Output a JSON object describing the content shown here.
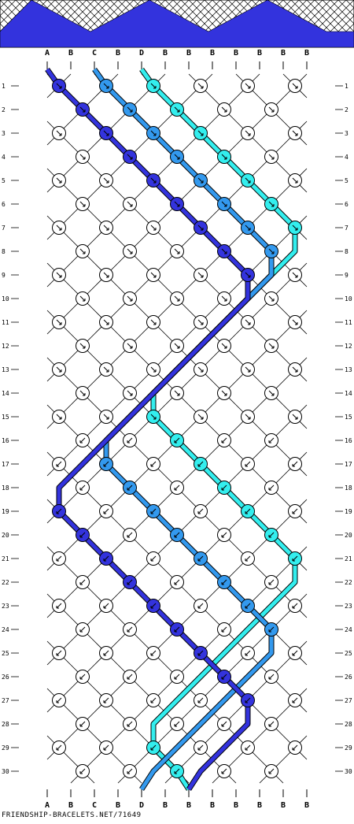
{
  "colors": {
    "A": "#3333dd",
    "B": "#ffffff",
    "C": "#3399ee",
    "D": "#33eeee",
    "outline": "#000000",
    "background": "#ffffff"
  },
  "top_strings": [
    "A",
    "B",
    "C",
    "B",
    "D",
    "B",
    "B",
    "B",
    "B",
    "B",
    "B",
    "B"
  ],
  "bottom_strings": [
    "A",
    "B",
    "C",
    "B",
    "D",
    "B",
    "B",
    "B",
    "B",
    "B",
    "B",
    "B"
  ],
  "row_numbers": [
    "1",
    "2",
    "3",
    "4",
    "5",
    "6",
    "7",
    "8",
    "9",
    "10",
    "11",
    "12",
    "13",
    "14",
    "15",
    "16",
    "17",
    "18",
    "19",
    "20",
    "21",
    "22",
    "23",
    "24",
    "25",
    "26",
    "27",
    "28",
    "29",
    "30"
  ],
  "footer": "FRIENDSHIP-BRACELETS.NET/71649"
}
